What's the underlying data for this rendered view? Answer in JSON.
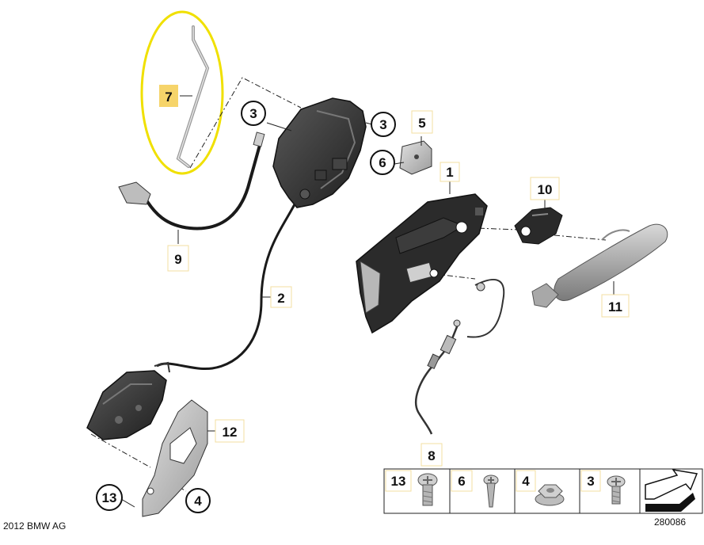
{
  "diagram": {
    "callouts": [
      {
        "id": "c7",
        "text": "7",
        "highlighted": true
      },
      {
        "id": "c3a",
        "text": "3",
        "circled": true
      },
      {
        "id": "c3b",
        "text": "3",
        "circled": true
      },
      {
        "id": "c5",
        "text": "5"
      },
      {
        "id": "c6",
        "text": "6",
        "circled": true
      },
      {
        "id": "c1",
        "text": "1"
      },
      {
        "id": "c10",
        "text": "10"
      },
      {
        "id": "c9",
        "text": "9"
      },
      {
        "id": "c2",
        "text": "2"
      },
      {
        "id": "c11",
        "text": "11"
      },
      {
        "id": "c12",
        "text": "12"
      },
      {
        "id": "c8",
        "text": "8"
      },
      {
        "id": "c13",
        "text": "13",
        "circled": true
      },
      {
        "id": "c4",
        "text": "4",
        "circled": true
      }
    ],
    "fastener_table": [
      {
        "text": "13",
        "icon": "torx-screw-icon"
      },
      {
        "text": "6",
        "icon": "long-screw-icon"
      },
      {
        "text": "4",
        "icon": "hex-nut-icon"
      },
      {
        "text": "3",
        "icon": "torx-screw-icon"
      }
    ],
    "footer_left": "2012 BMW AG",
    "footer_right": "280086",
    "colors": {
      "highlight_ellipse": "#f0e000",
      "label_box": "#f3dfa0",
      "label_box_highlight": "#f6d46a",
      "part_dark": "#2a2a2a",
      "part_grey": "#8a8a8a"
    }
  }
}
